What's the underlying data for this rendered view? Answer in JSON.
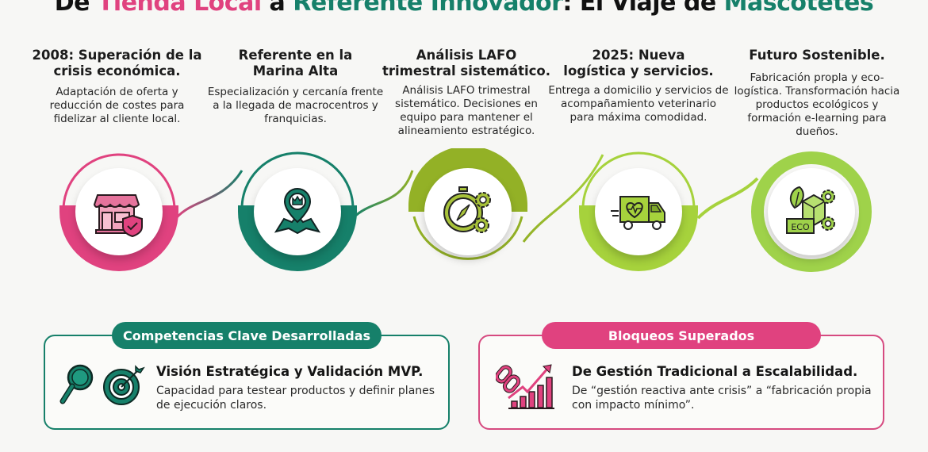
{
  "title": {
    "part1": "De ",
    "part2": "Tienda Local",
    "part3": " a ",
    "part4": "Referente Innovador",
    "part5": ": El Viaje de ",
    "part6": "Mascotetes"
  },
  "colors": {
    "pink": "#e0427f",
    "teal": "#16806a",
    "olive": "#93b126",
    "lime": "#a6d23c",
    "bright_lime": "#9fd24a"
  },
  "steps": [
    {
      "heading": "2008: Superación de la crisis económica.",
      "body": "Adaptación de oferta y reducción de costes para fidelizar al cliente local.",
      "icon": "store-shield-icon",
      "color": "#e0427f"
    },
    {
      "heading": "Referente en la Marina Alta",
      "body": "Especialización y cercanía frente a la llegada de macrocentros y franquicias.",
      "icon": "map-pin-crown-icon",
      "color": "#16806a"
    },
    {
      "heading": "Análisis LAFO trimestral sistemático.",
      "body": "Análisis LAFO trimestral sistemático. Decisiones en equipo para mantener el alineamiento estratégico.",
      "icon": "stopwatch-compass-gears-icon",
      "color": "#93b126"
    },
    {
      "heading": "2025: Nueva logística y servicios.",
      "body": "Entrega a domicilio y servicios de acompañamiento veterinario para máxima comodidad.",
      "icon": "delivery-truck-heart-icon",
      "color": "#a6d23c"
    },
    {
      "heading": "Futuro Sostenible.",
      "body": "Fabricación propla y eco-logística. Transformación hacia productos ecológicos y formación e-learning para dueños.",
      "icon": "eco-box-leaf-gears-icon",
      "color": "#9fd24a"
    }
  ],
  "panels": {
    "competencias": {
      "label": "Competencias Clave Desarrolladas",
      "heading": "Visión Estratégica y Validación MVP.",
      "body": "Capacidad para testear productos y definir planes de ejecución claros.",
      "icons": [
        "magnifier-icon",
        "target-arrow-icon"
      ],
      "color": "#16806a"
    },
    "bloqueos": {
      "label": "Bloqueos Superados",
      "heading": "De Gestión Tradicional a Escalabilidad.",
      "body": "De “gestión reactiva ante crisis” a “fabricación propia con impacto mínimo”.",
      "icons": [
        "broken-chain-growth-chart-icon"
      ],
      "color": "#e0427f"
    }
  }
}
